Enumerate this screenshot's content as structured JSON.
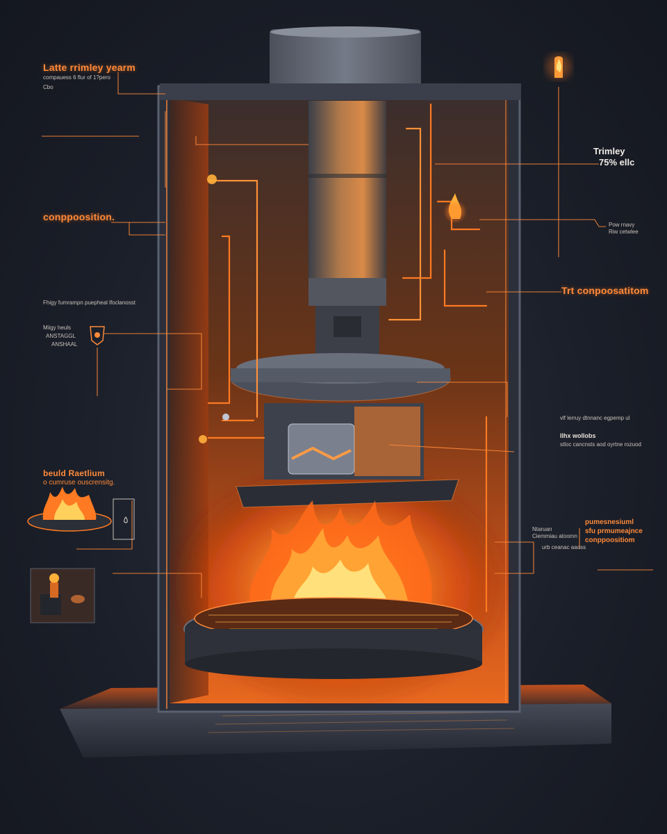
{
  "labels": {
    "top_left_title": "Latte rrimley yearm",
    "top_left_sub": "compauess 6 flur of 1?pero",
    "top_left_line2": "Cbo",
    "left_section_title": "conppoosition.",
    "left_footnote": "Fhigy fumrampn puepheal lfoclanosst",
    "left_icon_caption_1": "Miigy heuls",
    "left_icon_caption_2": "ANSTAGGL",
    "left_icon_caption_3": "ANSHAAL",
    "fire_title": "beuld Raetlium",
    "fire_subtitle": "o cumruse ouscrensitg.",
    "right_top_title": "Trimley",
    "right_top_value": "75% ellc",
    "right_top_note_1": "Pow rnavy",
    "right_top_note_2": "Riw cetwlee",
    "right_section_title": "Trt conpoosatitom",
    "right_paragraph_footer": "vlf lerruy dtnnanc egpemp ul",
    "right_sub_title": "Ilhx wollobs",
    "right_sub_text": "stloc cancnsts aod oyrtne rozuod",
    "right_lower_orange_1": "pumesnesiuml",
    "right_lower_orange_2": "sfu prmumeajnce",
    "right_lower_orange_3": "conppoositiom",
    "right_lower_left_1": "Ntaruan",
    "right_lower_left_2": "Ciemmiau atoomn",
    "right_lower_left_3": "urb ceanac aaoss"
  },
  "colors": {
    "background": "#1b1f29",
    "accent_orange": "#ff8a3a",
    "fire_bright": "#ffd34d",
    "metal": "#6f7583"
  },
  "icons": {
    "top_flame": "flame-icon",
    "left_bulb": "heater-bulb-icon",
    "fire_pit": "fire-pit-icon",
    "small_indicator": "indicator-icon",
    "heater_thumb": "heater-thumbnail-icon"
  }
}
